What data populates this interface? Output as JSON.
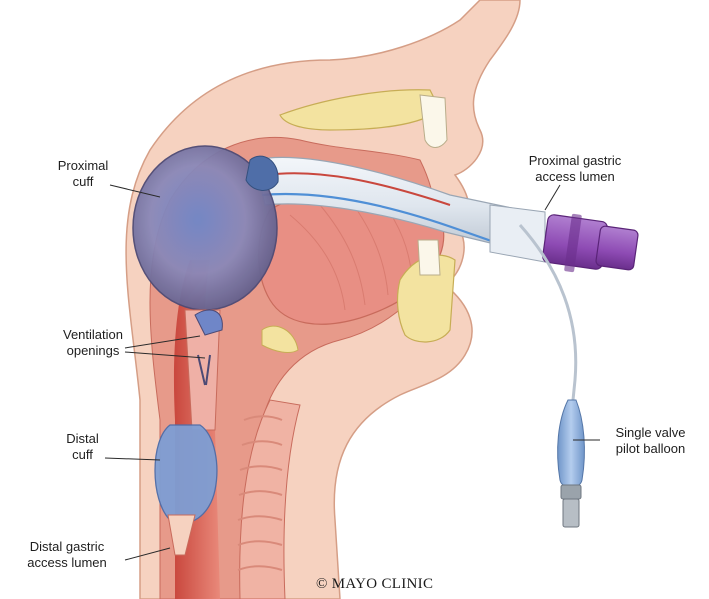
{
  "labels": {
    "proximal_cuff": [
      "Proximal",
      "cuff"
    ],
    "proximal_gastric_access_lumen": [
      "Proximal gastric",
      "access lumen"
    ],
    "ventilation_openings": [
      "Ventilation",
      "openings"
    ],
    "distal_cuff": [
      "Distal",
      "cuff"
    ],
    "single_valve_pilot_balloon": [
      "Single valve",
      "pilot balloon"
    ],
    "distal_gastric_access_lumen": [
      "Distal gastric",
      "access lumen"
    ]
  },
  "copyright": "© MAYO CLINIC",
  "colors": {
    "skin": "#f6d2c0",
    "tissue": "#e79a8a",
    "deep_tissue": "#c9473d",
    "bone": "#f3e3a0",
    "cuff": "#8a88b8",
    "tube": "#dfe6ee",
    "connector": "#8e4bb4",
    "pilot_balloon": "#8fb3de"
  }
}
